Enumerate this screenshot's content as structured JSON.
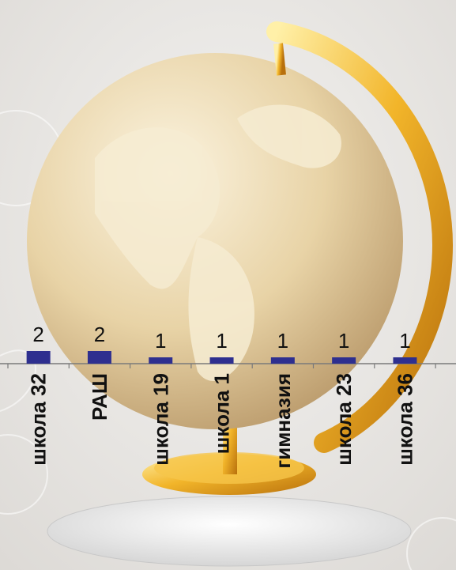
{
  "chart_data": {
    "type": "bar",
    "categories": [
      "школа 32",
      "РАШ",
      "школа 19",
      "школа 1",
      "гимназия",
      "школа 23",
      "школа 36"
    ],
    "values": [
      2,
      2,
      1,
      1,
      1,
      1,
      1
    ],
    "ylim": [
      0,
      2
    ],
    "grid": false,
    "legend": "none",
    "colors": {
      "bar": "#2e2f8f",
      "axis": "#7a7a7a",
      "label": "#111111"
    }
  }
}
